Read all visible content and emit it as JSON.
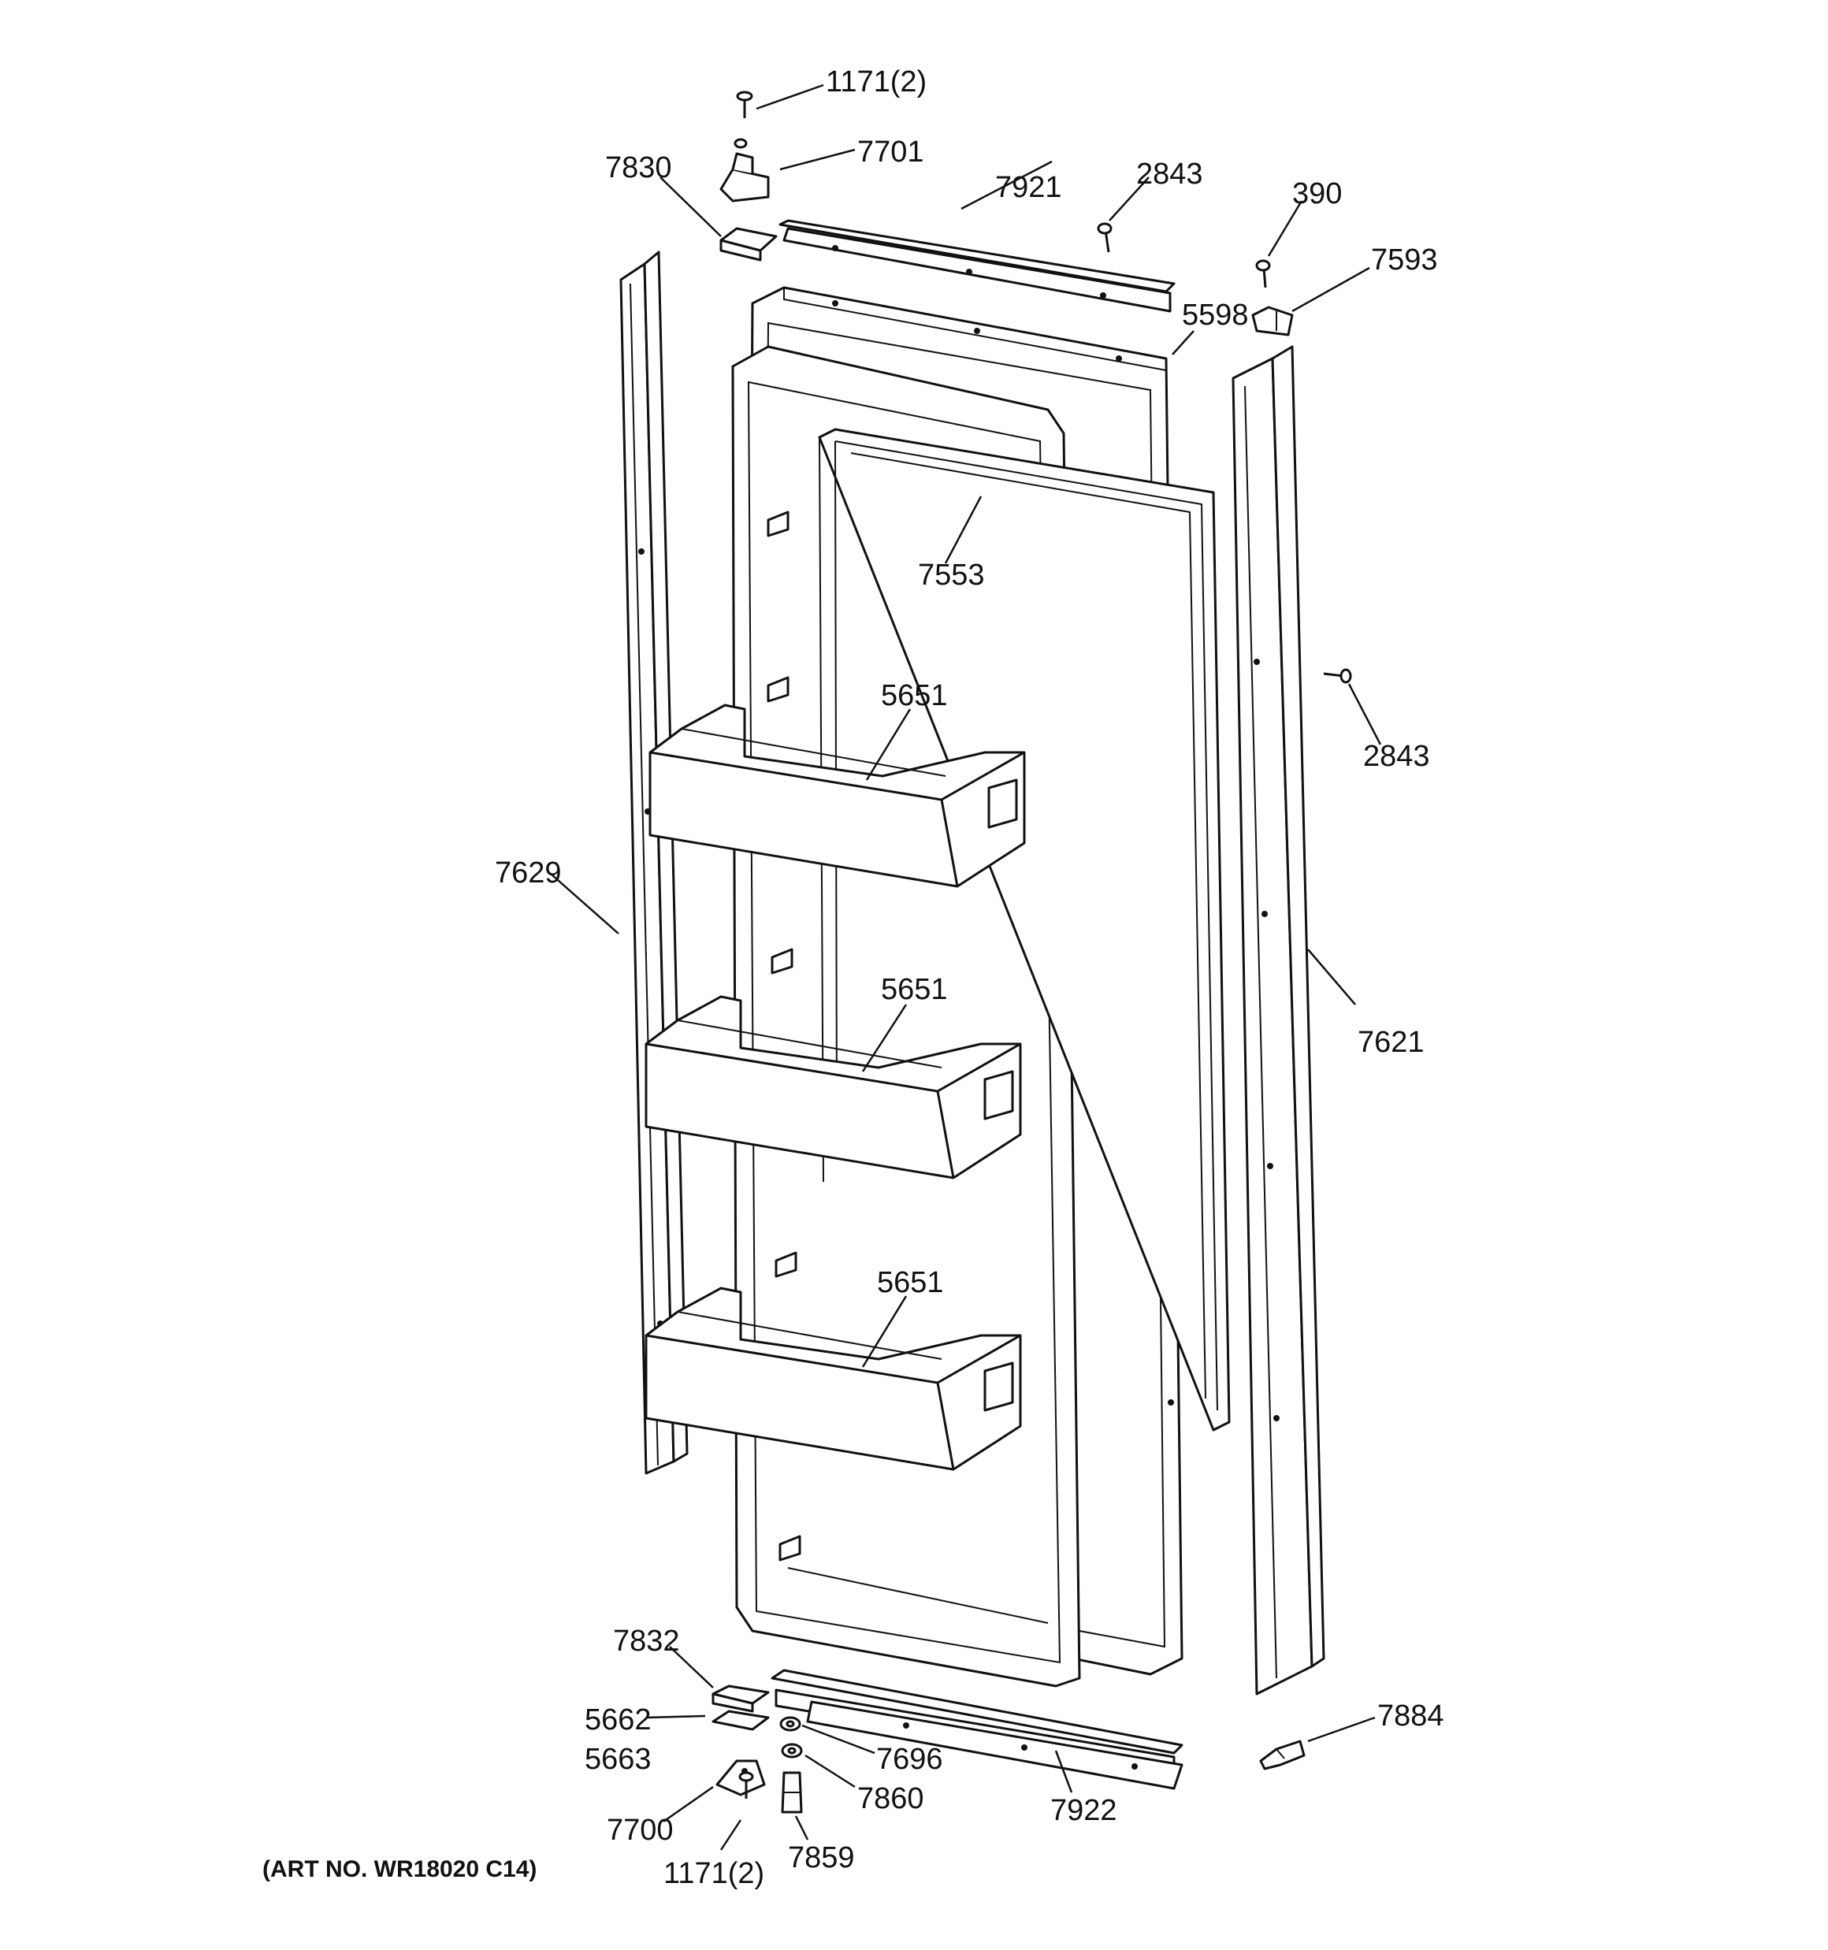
{
  "diagram": {
    "art_number": "(ART NO. WR18020 C14)",
    "callouts": {
      "screw_top": "1171(2)",
      "hinge_top": "7701",
      "bushing_top": "7830",
      "door_cap_top": "7921",
      "screw_top_cap": "2843",
      "screw_390": "390",
      "stop_7593": "7593",
      "door_outer": "5598",
      "gasket": "7553",
      "bin_1": "5651",
      "bin_2": "5651",
      "bin_3": "5651",
      "trim_left": "7629",
      "trim_right": "7621",
      "screw_right": "2843",
      "bushing_bottom": "7832",
      "shim_5662": "5662",
      "shim_5663": "5663",
      "hinge_bottom": "7700",
      "screw_bottom": "1171(2)",
      "washer_7696": "7696",
      "washer_7860": "7860",
      "pin_7859": "7859",
      "door_cap_bottom": "7922",
      "stop_7884": "7884"
    }
  }
}
